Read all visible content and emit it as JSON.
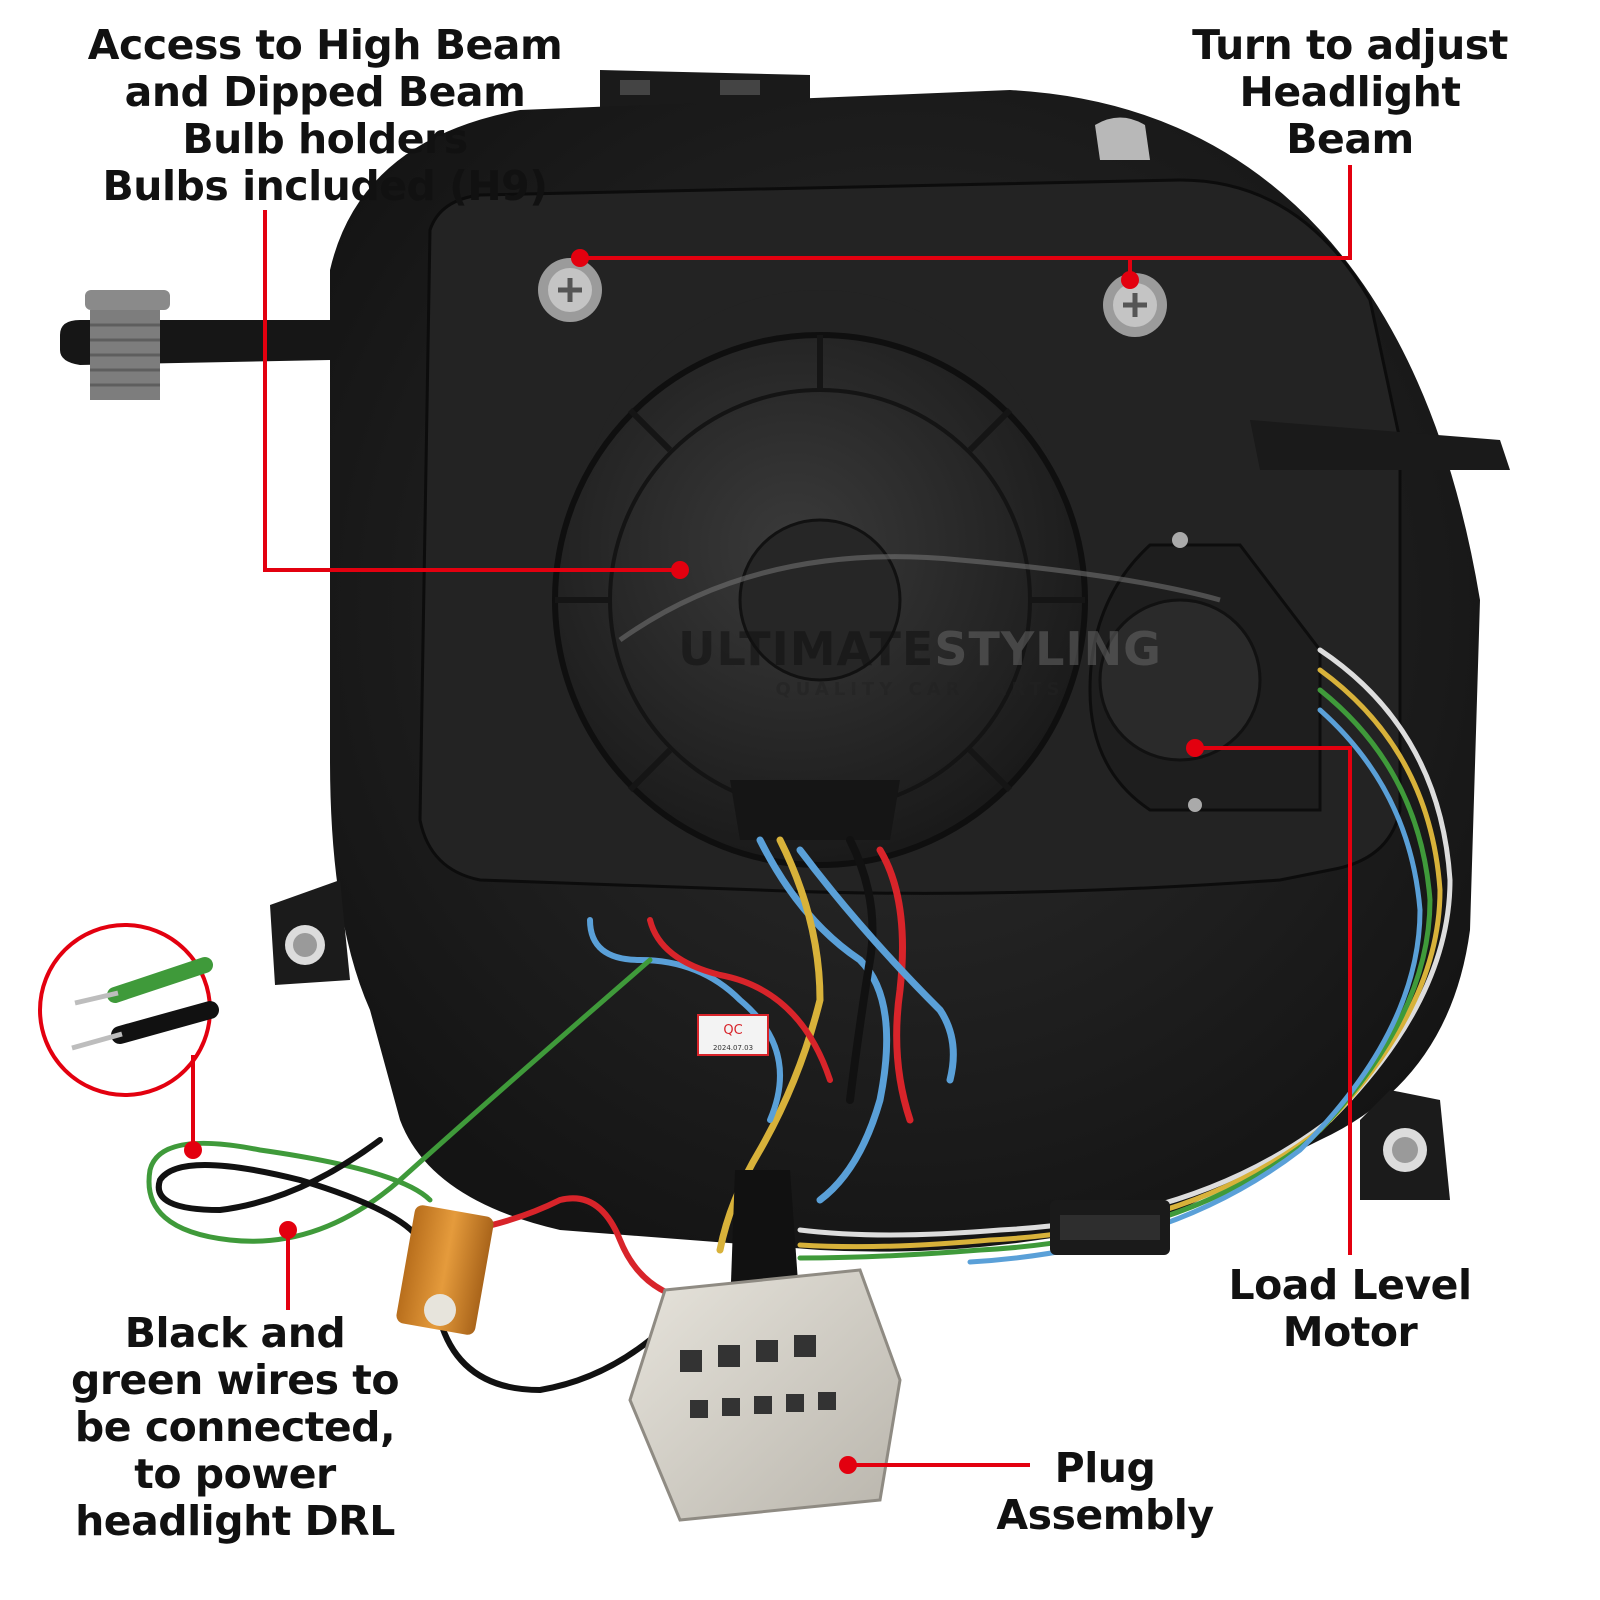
{
  "colors": {
    "accent": "#e3000f",
    "housing": "#1c1c1c",
    "cap": "#2a2a2a",
    "wire_green": "#3f9a3a",
    "wire_black": "#111111",
    "wire_red": "#d8242a",
    "wire_blue": "#5aa0d8",
    "wire_yellow": "#d8b23a",
    "resistor": "#d98a2a",
    "plug": "#d9d6cf"
  },
  "watermark": {
    "brand_left": "ULTIMATE",
    "brand_right": "STYLING",
    "tagline": "QUALITY CAR PARTS"
  },
  "stickers": {
    "qc_label": "QC",
    "qc_date": "2024.07.03"
  },
  "callouts": {
    "bulb_holders": [
      "Access to High Beam",
      "and Dipped Beam",
      "Bulb holders",
      "Bulbs included (H9)"
    ],
    "adjust_beam": [
      "Turn to adjust",
      "Headlight",
      "Beam"
    ],
    "load_level": [
      "Load Level",
      "Motor"
    ],
    "drl_wires": [
      "Black and",
      "green wires to",
      "be connected,",
      "to power",
      "headlight DRL"
    ],
    "plug_assembly": [
      "Plug",
      "Assembly"
    ]
  }
}
